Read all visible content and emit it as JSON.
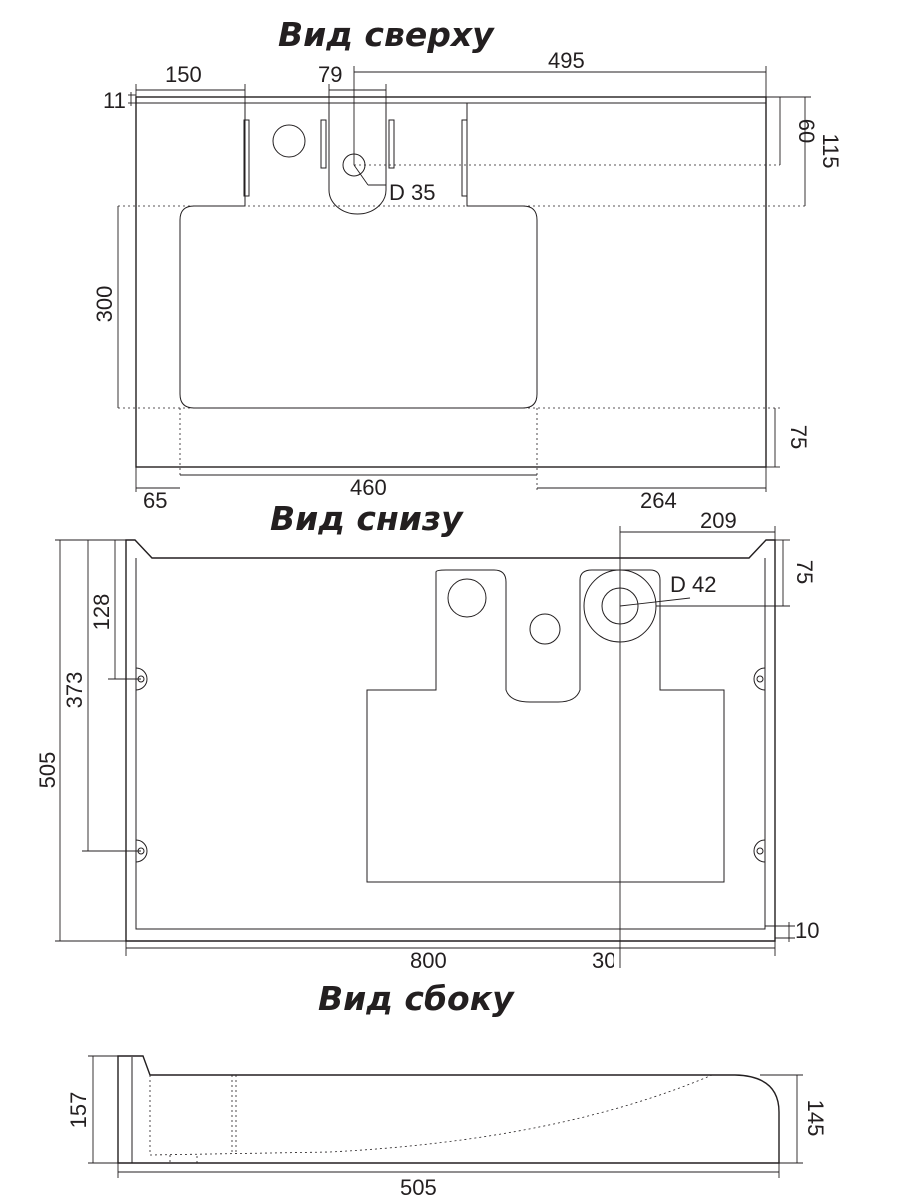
{
  "views": {
    "top": {
      "title": "Вид сверху",
      "dims": {
        "d150": "150",
        "d79": "79",
        "d495": "495",
        "d11": "11",
        "d60": "60",
        "d115": "115",
        "d300": "300",
        "d75": "75",
        "d65": "65",
        "d460": "460",
        "d264": "264",
        "hole": "D 35"
      }
    },
    "bottom": {
      "title": "Вид снизу",
      "dims": {
        "d209": "209",
        "d75": "75",
        "d128": "128",
        "d373": "373",
        "d505": "505",
        "d800": "800",
        "d30": "30",
        "d10": "10",
        "hole": "D 42"
      }
    },
    "side": {
      "title": "Вид сбоку",
      "dims": {
        "d157": "157",
        "d145": "145",
        "d505": "505"
      }
    }
  }
}
